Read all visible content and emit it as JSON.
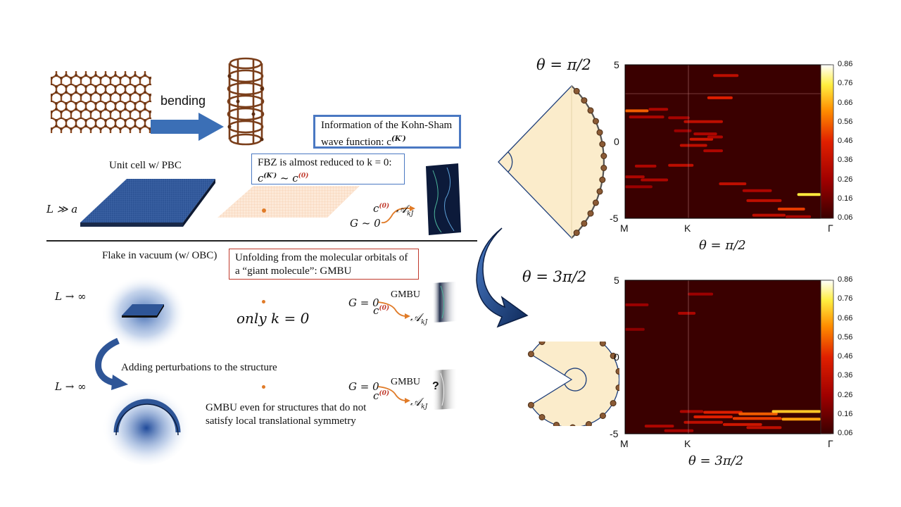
{
  "top": {
    "bending_label": "bending",
    "unit_cell_label": "Unit cell w/ PBC",
    "l_much_gt_a": "L ≫ a",
    "info_box_line1": "Information of the Kohn-Sham",
    "info_box_line2": "wave function: c",
    "info_box_sup": "(K′)",
    "fbz_line1": "FBZ is almost reduced to k = 0:",
    "fbz_line2_a": "c",
    "fbz_line2_sup1": "(K′)",
    "fbz_line2_b": " ~ c",
    "fbz_line2_sup2": "(0)",
    "c0_label": "c",
    "c0_sup": "(0)",
    "akj_label": "𝒜",
    "akj_sub": "kJ",
    "g_sim_0": "G ~ 0"
  },
  "bottom": {
    "flake_label": "Flake in vacuum (w/ OBC)",
    "unfold_line1": "Unfolding from the molecular orbitals of",
    "unfold_line2": "a “giant molecule”: GMBU",
    "l_to_inf_1": "L → ∞",
    "only_k0": "only k = 0",
    "g_eq_0_1": "G = 0",
    "gmbu_1": "GMBU",
    "c0_1": "c",
    "c0_sup_1": "(0)",
    "akj_1": "𝒜",
    "akj_sub_1": "kJ",
    "perturb_label": "Adding perturbations to the structure",
    "l_to_inf_2": "L → ∞",
    "g_eq_0_2": "G = 0",
    "gmbu_2": "GMBU",
    "c0_2": "c",
    "c0_sup_2": "(0)",
    "akj_2": "𝒜",
    "akj_sub_2": "kJ",
    "question": "?",
    "gmbu_even_line1": "GMBU even for structures that do not",
    "gmbu_even_line2": "satisfy local translational symmetry"
  },
  "right": {
    "theta_top": "θ = π/2",
    "theta_mid": "θ = 3π/2",
    "heatmap1_xlabel": "θ = π/2",
    "heatmap2_xlabel": "θ = 3π/2"
  },
  "colors": {
    "arrow_blue": "#3b6fb6",
    "dark_blue": "#1f3f7a",
    "box_blue": "#4a78c2",
    "box_red": "#c0392b",
    "orange": "#e07b28",
    "cone_fill": "#fbeccb",
    "heat_bg": "#3a0000"
  },
  "chart_data": [
    {
      "type": "heatmap",
      "title": "",
      "xlabel": "θ = π/2",
      "ylabel": "",
      "x_ticks": [
        "M",
        "K",
        "Γ"
      ],
      "y_ticks": [
        "5",
        "0",
        "-5"
      ],
      "ylim": [
        -5,
        5
      ],
      "colorbar_ticks": [
        "0.86",
        "0.76",
        "0.66",
        "0.56",
        "0.46",
        "0.36",
        "0.26",
        "0.16",
        "0.06"
      ],
      "colorbar_range": [
        0.06,
        0.86
      ],
      "streaks": [
        {
          "x0": 0.45,
          "x1": 0.58,
          "y": 4.3,
          "v": 0.35
        },
        {
          "x0": 0.42,
          "x1": 0.55,
          "y": 2.85,
          "v": 0.45
        },
        {
          "x0": 0.0,
          "x1": 0.12,
          "y": 2.0,
          "v": 0.55
        },
        {
          "x0": 0.12,
          "x1": 0.22,
          "y": 2.1,
          "v": 0.3
        },
        {
          "x0": 0.02,
          "x1": 0.2,
          "y": 1.6,
          "v": 0.3
        },
        {
          "x0": 0.22,
          "x1": 0.33,
          "y": 1.55,
          "v": 0.28
        },
        {
          "x0": 0.3,
          "x1": 0.5,
          "y": 1.3,
          "v": 0.35
        },
        {
          "x0": 0.25,
          "x1": 0.34,
          "y": 0.7,
          "v": 0.25
        },
        {
          "x0": 0.35,
          "x1": 0.47,
          "y": 0.5,
          "v": 0.3
        },
        {
          "x0": 0.33,
          "x1": 0.45,
          "y": 0.15,
          "v": 0.4
        },
        {
          "x0": 0.42,
          "x1": 0.5,
          "y": 0.3,
          "v": 0.3
        },
        {
          "x0": 0.28,
          "x1": 0.42,
          "y": -0.25,
          "v": 0.35
        },
        {
          "x0": 0.4,
          "x1": 0.5,
          "y": -0.6,
          "v": 0.3
        },
        {
          "x0": 0.05,
          "x1": 0.16,
          "y": -1.6,
          "v": 0.3
        },
        {
          "x0": 0.22,
          "x1": 0.35,
          "y": -1.55,
          "v": 0.35
        },
        {
          "x0": 0.0,
          "x1": 0.1,
          "y": -2.3,
          "v": 0.3
        },
        {
          "x0": 0.08,
          "x1": 0.22,
          "y": -2.5,
          "v": 0.3
        },
        {
          "x0": 0.0,
          "x1": 0.14,
          "y": -2.95,
          "v": 0.25
        },
        {
          "x0": 0.48,
          "x1": 0.62,
          "y": -2.75,
          "v": 0.35
        },
        {
          "x0": 0.6,
          "x1": 0.75,
          "y": -3.2,
          "v": 0.3
        },
        {
          "x0": 0.88,
          "x1": 1.0,
          "y": -3.45,
          "v": 0.75
        },
        {
          "x0": 0.62,
          "x1": 0.8,
          "y": -3.85,
          "v": 0.35
        },
        {
          "x0": 0.78,
          "x1": 0.92,
          "y": -4.4,
          "v": 0.5
        },
        {
          "x0": 0.65,
          "x1": 0.82,
          "y": -4.8,
          "v": 0.35
        },
        {
          "x0": 0.82,
          "x1": 0.95,
          "y": -4.9,
          "v": 0.3
        }
      ]
    },
    {
      "type": "heatmap",
      "title": "",
      "xlabel": "θ = 3π/2",
      "ylabel": "",
      "x_ticks": [
        "M",
        "K",
        "Γ"
      ],
      "y_ticks": [
        "5",
        "0",
        "-5"
      ],
      "ylim": [
        -5,
        5
      ],
      "colorbar_ticks": [
        "0.86",
        "0.76",
        "0.66",
        "0.56",
        "0.46",
        "0.36",
        "0.26",
        "0.16",
        "0.06"
      ],
      "colorbar_range": [
        0.06,
        0.86
      ],
      "streaks": [
        {
          "x0": 0.32,
          "x1": 0.45,
          "y": 4.1,
          "v": 0.25
        },
        {
          "x0": 0.0,
          "x1": 0.12,
          "y": 3.4,
          "v": 0.25
        },
        {
          "x0": 0.27,
          "x1": 0.36,
          "y": 2.85,
          "v": 0.3
        },
        {
          "x0": 0.0,
          "x1": 0.1,
          "y": 1.8,
          "v": 0.22
        },
        {
          "x0": 0.28,
          "x1": 0.4,
          "y": -3.55,
          "v": 0.3
        },
        {
          "x0": 0.4,
          "x1": 0.6,
          "y": -3.6,
          "v": 0.45
        },
        {
          "x0": 0.58,
          "x1": 0.78,
          "y": -3.7,
          "v": 0.55
        },
        {
          "x0": 0.75,
          "x1": 1.0,
          "y": -3.55,
          "v": 0.7
        },
        {
          "x0": 0.35,
          "x1": 0.55,
          "y": -3.9,
          "v": 0.45
        },
        {
          "x0": 0.55,
          "x1": 0.8,
          "y": -4.0,
          "v": 0.5
        },
        {
          "x0": 0.8,
          "x1": 1.0,
          "y": -4.05,
          "v": 0.65
        },
        {
          "x0": 0.3,
          "x1": 0.5,
          "y": -4.25,
          "v": 0.35
        },
        {
          "x0": 0.5,
          "x1": 0.7,
          "y": -4.4,
          "v": 0.4
        },
        {
          "x0": 0.1,
          "x1": 0.25,
          "y": -4.5,
          "v": 0.3
        },
        {
          "x0": 0.62,
          "x1": 0.8,
          "y": -4.6,
          "v": 0.35
        },
        {
          "x0": 0.2,
          "x1": 0.35,
          "y": -4.8,
          "v": 0.28
        }
      ]
    }
  ]
}
